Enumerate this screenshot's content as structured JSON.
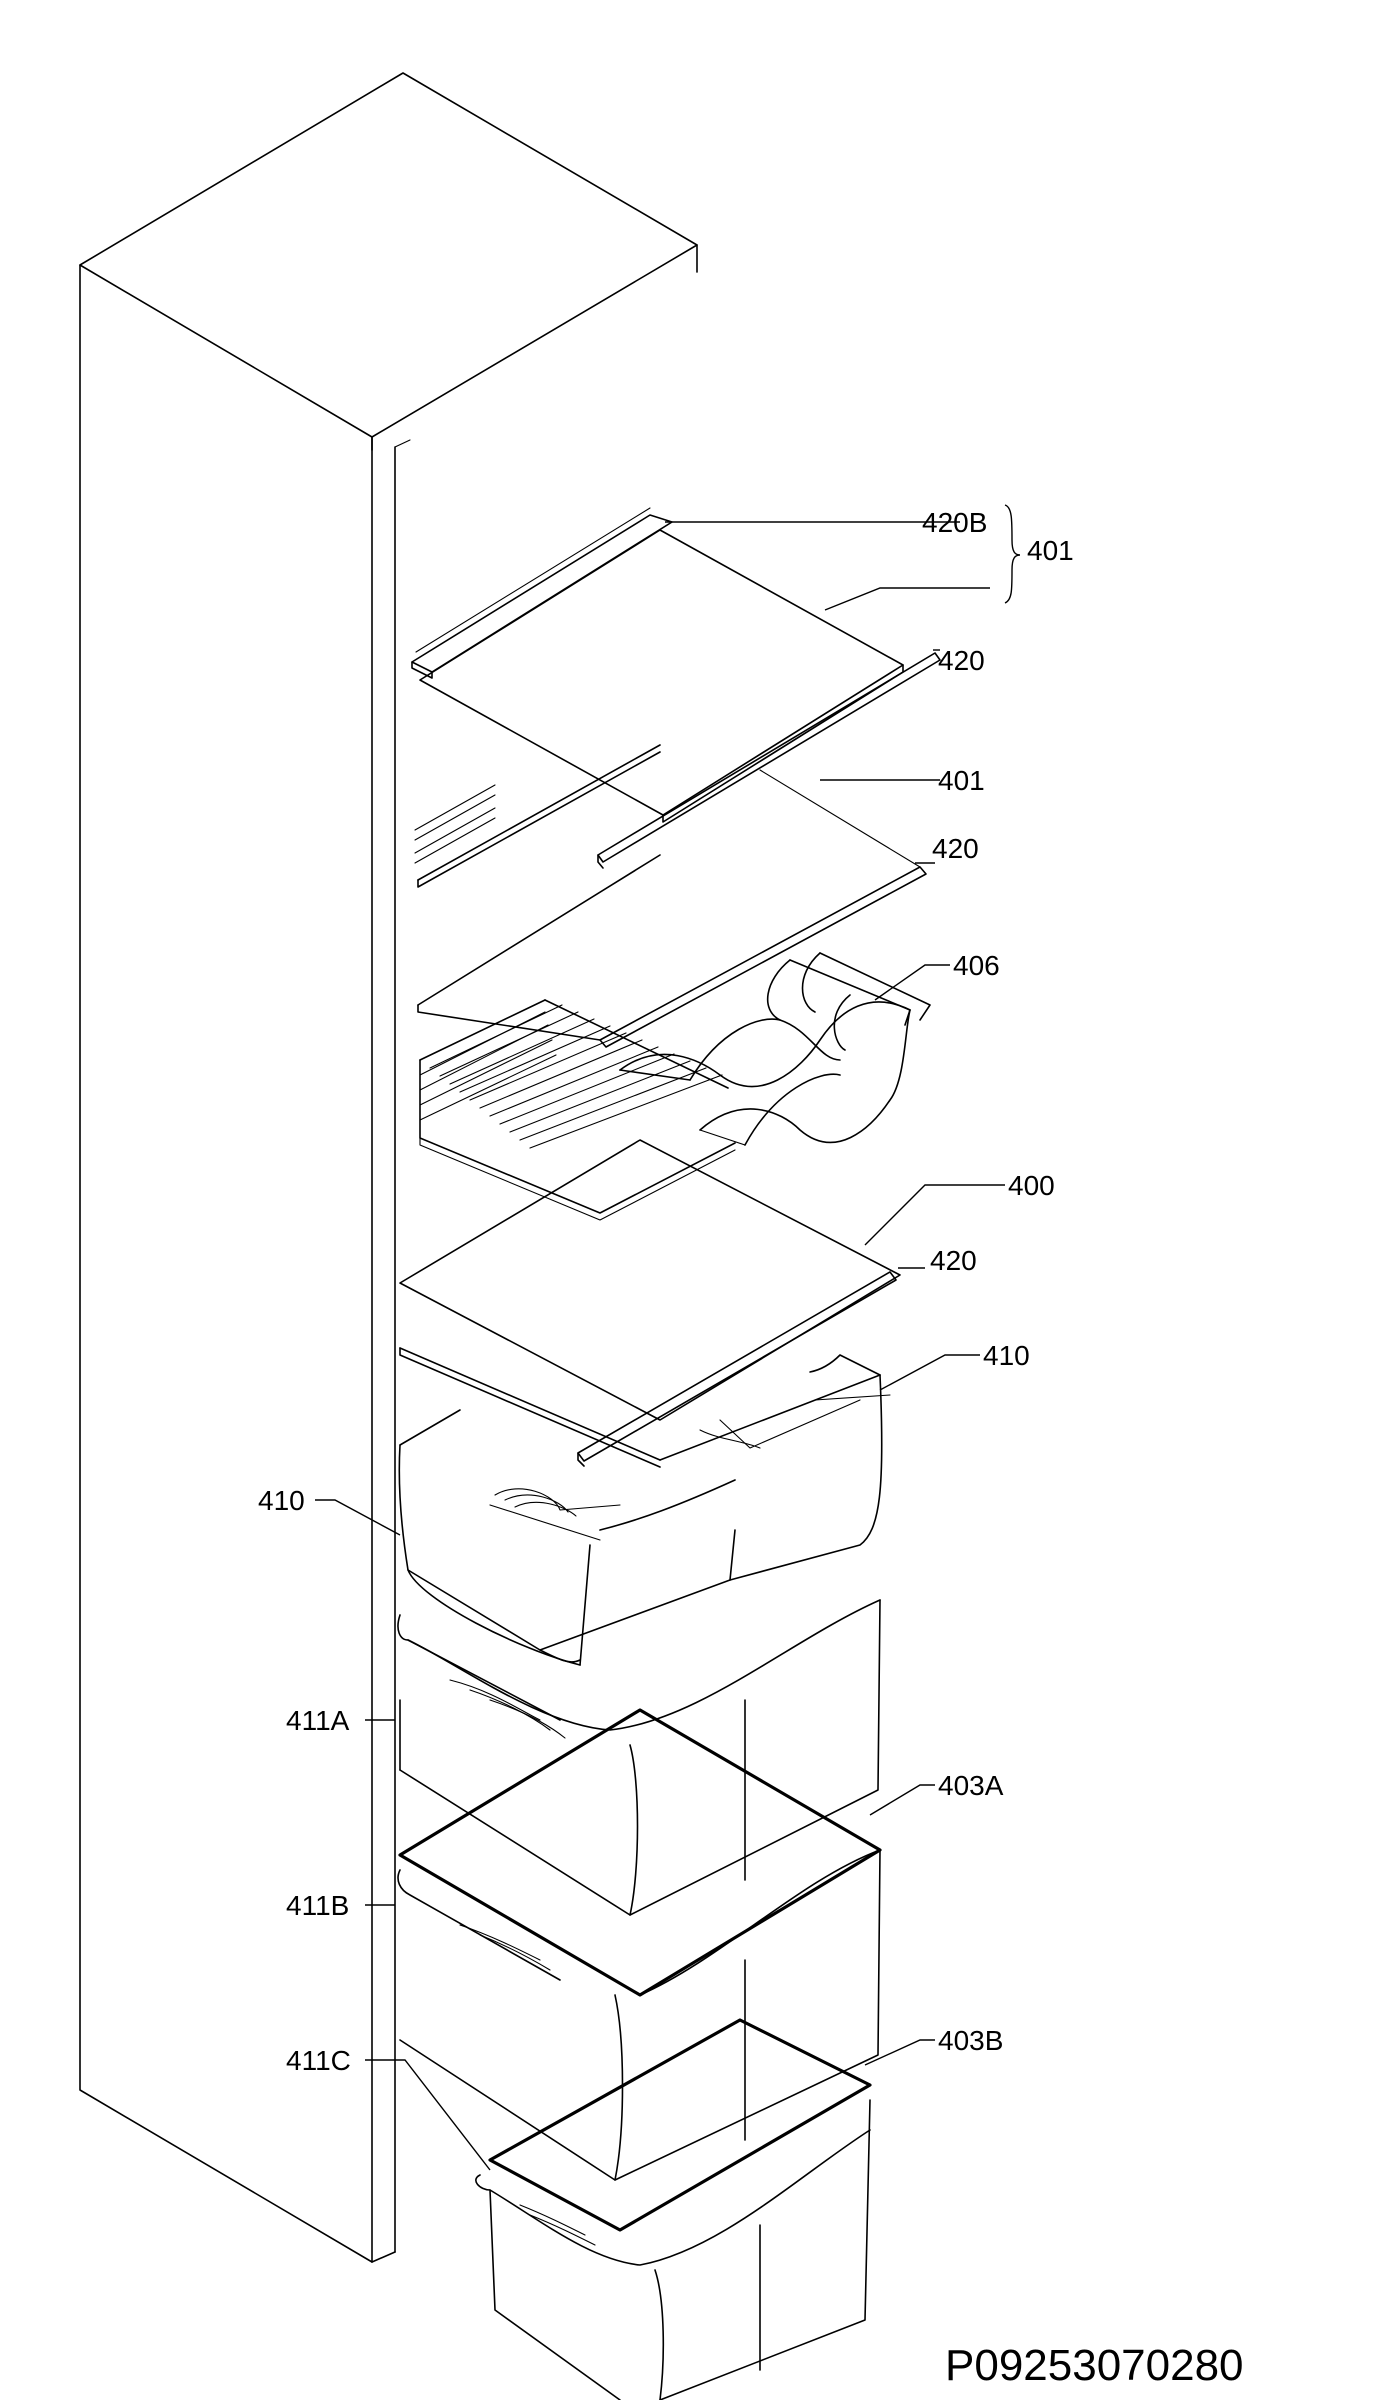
{
  "labels": {
    "l420B": "420B",
    "l401_group": "401",
    "l420_top": "420",
    "l401": "401",
    "l420_mid": "420",
    "l406": "406",
    "l400": "400",
    "l420_low": "420",
    "l410_right": "410",
    "l410_left": "410",
    "l411A": "411A",
    "l403A": "403A",
    "l411B": "411B",
    "l403B": "403B",
    "l411C": "411C"
  },
  "drawing_code": "P09253070280"
}
